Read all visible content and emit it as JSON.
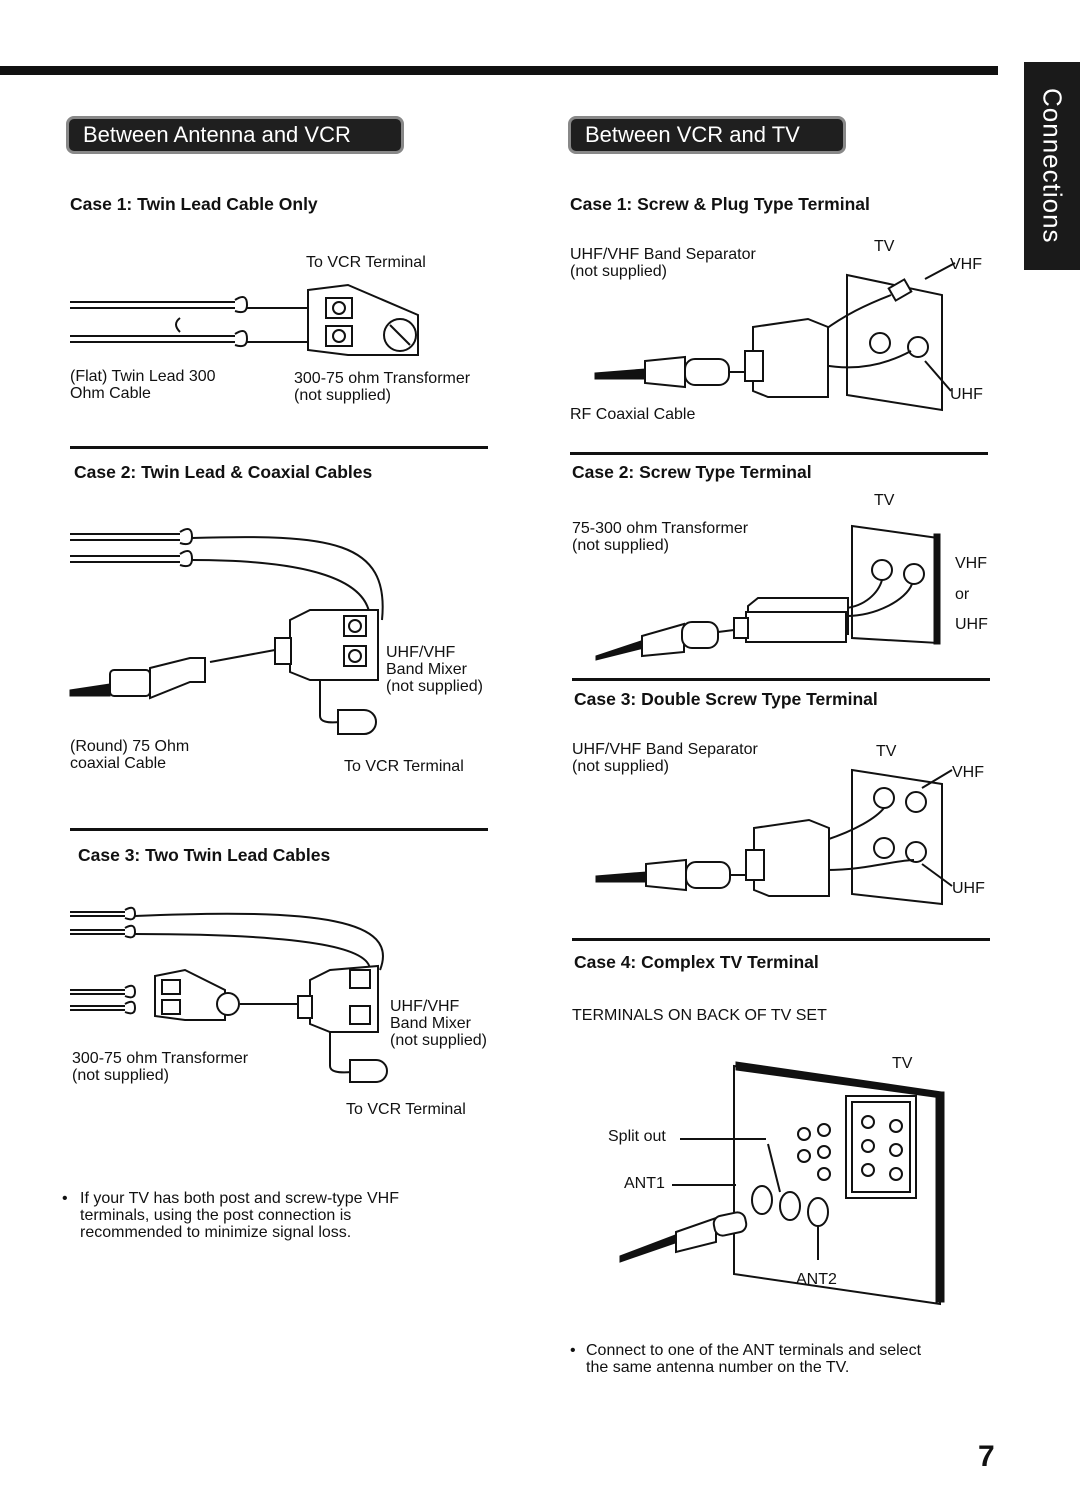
{
  "side_tab": "Connections",
  "page_number": "7",
  "left": {
    "heading": "Between Antenna and VCR",
    "case1": {
      "title": "Case 1: Twin Lead Cable Only",
      "to_vcr": "To VCR Terminal",
      "cable_label": "(Flat) Twin Lead 300\nOhm Cable",
      "transformer_label": "300-75 ohm Transformer\n(not supplied)"
    },
    "case2": {
      "title": "Case 2: Twin Lead & Coaxial Cables",
      "mixer_label": "UHF/VHF\nBand Mixer\n(not supplied)",
      "coax_label": "(Round) 75 Ohm\ncoaxial Cable",
      "to_vcr": "To VCR Terminal"
    },
    "case3": {
      "title": "Case 3: Two Twin Lead Cables",
      "mixer_label": "UHF/VHF\nBand Mixer\n(not supplied)",
      "transformer_label": "300-75 ohm Transformer\n(not supplied)",
      "to_vcr": "To VCR Terminal"
    },
    "note": "If your TV has both post and screw-type VHF\nterminals, using the post connection is\nrecommended to minimize signal loss."
  },
  "right": {
    "heading": "Between VCR and TV",
    "case1": {
      "title": "Case 1: Screw & Plug Type Terminal",
      "separator_label": "UHF/VHF Band Separator\n(not supplied)",
      "tv": "TV",
      "vhf": "VHF",
      "uhf": "UHF",
      "rf_label": "RF Coaxial Cable"
    },
    "case2": {
      "title": "Case 2: Screw Type Terminal",
      "tv": "TV",
      "transformer_label": "75-300 ohm Transformer\n(not supplied)",
      "vhf": "VHF",
      "or": "or",
      "uhf": "UHF"
    },
    "case3": {
      "title": "Case 3: Double Screw Type Terminal",
      "separator_label": "UHF/VHF Band Separator\n(not supplied)",
      "tv": "TV",
      "vhf": "VHF",
      "uhf": "UHF"
    },
    "case4": {
      "title": "Case 4: Complex TV Terminal",
      "terminals_label": "TERMINALS ON BACK OF TV SET",
      "tv": "TV",
      "split_out": "Split out",
      "ant1": "ANT1",
      "ant2": "ANT2"
    },
    "note": "Connect to one of the ANT terminals and select\nthe same antenna number on the TV."
  }
}
